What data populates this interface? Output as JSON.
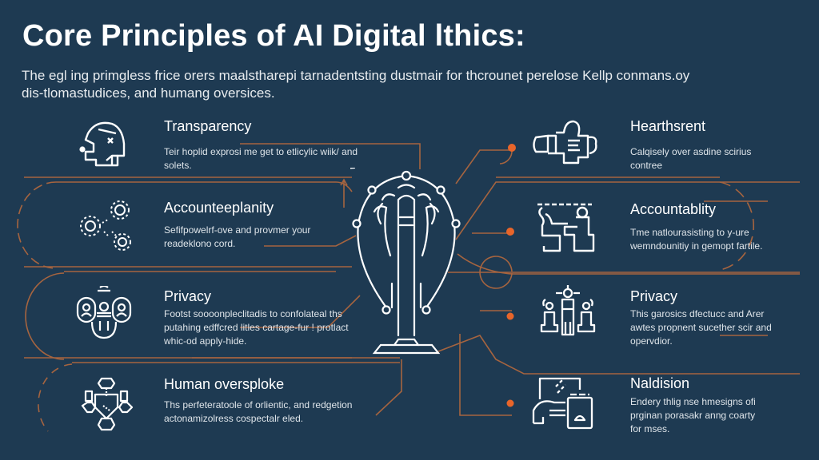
{
  "header": {
    "title": "Core Principles of AI Digital lthics:",
    "subtitle": "The egl ing primgless frice orers maalstharepi tarnadentsting dustmair for thcrounet perelose Kellp conmans.oy dis-tlomastudices, and humang oversices."
  },
  "colors": {
    "background": "#1e3a52",
    "accent_line": "#b5693e",
    "accent_dot": "#e8652a",
    "icon_stroke": "#ffffff",
    "text": "#f2f4f6"
  },
  "left_principles": [
    {
      "icon": "helmet-head-icon",
      "title": "Transparency",
      "description": "Teir hoplid exprosi me get to etlicylic wiik/ and solets."
    },
    {
      "icon": "network-nodes-icon",
      "title": "Accounteeplanity",
      "description": "Sefifpowelrf-ove and provmer your readeklono cord."
    },
    {
      "icon": "people-group-icon",
      "title": "Privacy",
      "description": "Footst soooonpleclitadis to confolateal ths putahing edffcred litles cartage-fur ! protlact whic-od apply-hide."
    },
    {
      "icon": "hex-network-brain-icon",
      "title": "Human oversploke",
      "description": "Ths perfeteratoole of orlientic, and redgetion actonamizolress cospectalr eled."
    }
  ],
  "right_principles": [
    {
      "icon": "hand-glove-icon",
      "title": "Hearthsrent",
      "description": "Calqisely over asdine scirius contree"
    },
    {
      "icon": "person-at-desk-icon",
      "title": "Accountablity",
      "description": "Tme natlourasisting to y-ure wemndounitiy in gemopt fartile."
    },
    {
      "icon": "team-figures-icon",
      "title": "Privacy",
      "description": "This garosics dfectucc and Arer awtes propnent sucether scir and opervdior."
    },
    {
      "icon": "hand-document-icon",
      "title": "Naldision",
      "description": "Endery thlig nse hmesigns ofi prginan porasakr anng coarty for mses."
    }
  ],
  "center": {
    "icon": "ai-brain-pillar-icon"
  }
}
